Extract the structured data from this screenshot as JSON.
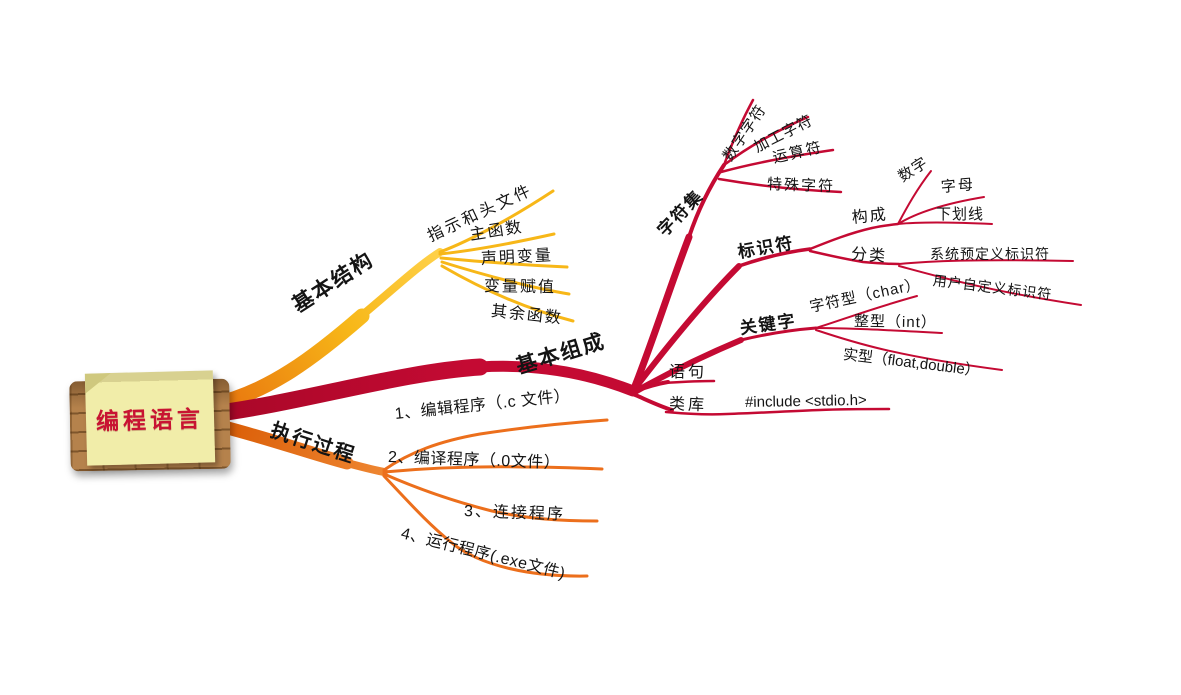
{
  "diagram_type": "mind-map",
  "center": {
    "label": "编程语言"
  },
  "colors": {
    "branch-yellow": "#F7B718",
    "branch-red": "#C40A33",
    "branch-orange": "#EC6F1C",
    "label-text": "#141414",
    "center-text": "#C81432",
    "note": "#F1EDA9",
    "board": "#B5824C"
  },
  "branches": [
    {
      "id": "basic-structure",
      "label": "基本结构",
      "children": [
        {
          "label": "指示和头文件"
        },
        {
          "label": "主函数"
        },
        {
          "label": "声明变量"
        },
        {
          "label": "变量赋值"
        },
        {
          "label": "其余函数"
        }
      ]
    },
    {
      "id": "basic-composition",
      "label": "基本组成",
      "children": [
        {
          "label": "字符集",
          "children": [
            {
              "label": "数字字符"
            },
            {
              "label": "加工字符"
            },
            {
              "label": "运算符"
            },
            {
              "label": "特殊字符"
            }
          ]
        },
        {
          "label": "标识符",
          "children": [
            {
              "label": "构成",
              "children": [
                {
                  "label": "数字"
                },
                {
                  "label": "字母"
                },
                {
                  "label": "下划线"
                }
              ]
            },
            {
              "label": "分类",
              "children": [
                {
                  "label": "系统预定义标识符"
                },
                {
                  "label": "用户自定义标识符"
                }
              ]
            }
          ]
        },
        {
          "label": "关键字",
          "children": [
            {
              "label": "字符型（char）"
            },
            {
              "label": "整型（int）"
            },
            {
              "label": "实型（float,double）"
            }
          ]
        },
        {
          "label": "语句"
        },
        {
          "label": "类库",
          "children": [
            {
              "label": "#include <stdio.h>"
            }
          ]
        }
      ]
    },
    {
      "id": "execution-process",
      "label": "执行过程",
      "children": [
        {
          "label": "1、编辑程序（.c 文件）"
        },
        {
          "label": "2、编译程序（.0文件）"
        },
        {
          "label": "3、连接程序"
        },
        {
          "label": "4、运行程序(.exe文件)"
        }
      ]
    }
  ]
}
